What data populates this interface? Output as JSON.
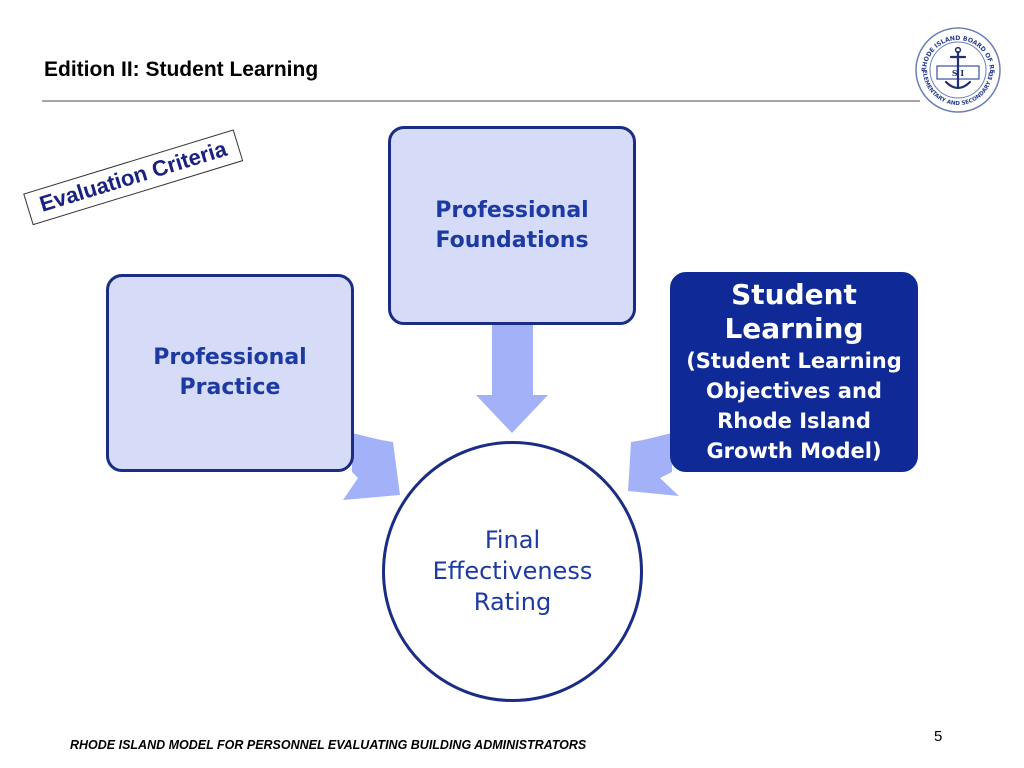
{
  "header": {
    "title": "Edition II: Student Learning"
  },
  "logo": {
    "ring_text_top": "RHODE ISLAND BOARD OF REGENTS",
    "ring_text_bottom": "ELEMENTARY AND SECONDARY EDUCATION",
    "center_text": "S I"
  },
  "diagram": {
    "criteria_tag": "Evaluation Criteria",
    "professional_practice": {
      "lines": [
        "Professional",
        "Practice"
      ]
    },
    "professional_foundations": {
      "lines": [
        "Professional",
        "Foundations"
      ]
    },
    "student_learning": {
      "title_lines": [
        "Student",
        "Learning"
      ],
      "subtitle_lines": [
        "(Student Learning",
        "Objectives and",
        "Rhode Island",
        "Growth Model)"
      ]
    },
    "final_rating": {
      "lines": [
        "Final",
        "Effectiveness",
        "Rating"
      ]
    }
  },
  "footer": {
    "text": "RHODE ISLAND MODEL FOR PERSONNEL EVALUATING BUILDING ADMINISTRATORS",
    "page_number": "5"
  },
  "colors": {
    "dark_blue": "#0f2a96",
    "border_blue": "#1a2c84",
    "light_box_fill": "#d6dcf8",
    "light_text_blue": "#1d3aa2",
    "arrow_fill": "#a3b2f8",
    "rule_gray": "#a6a6a6"
  }
}
